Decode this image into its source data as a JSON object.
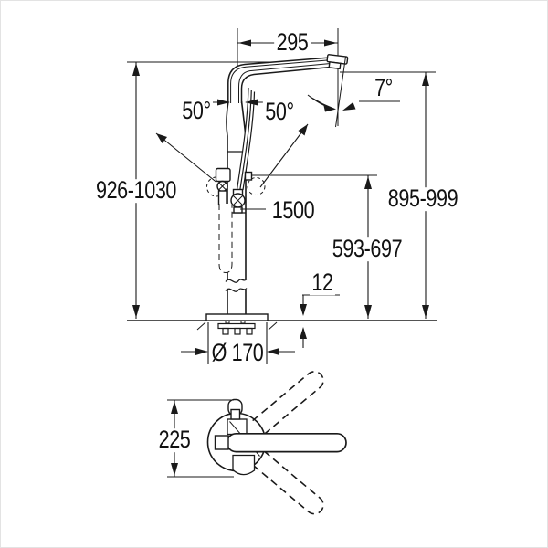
{
  "canvas": {
    "background": "#ffffff",
    "line_color": "#1a1a1a"
  },
  "labels": {
    "spout_reach": "295",
    "spout_angle": "7°",
    "handle_angle_left": "50°",
    "handle_angle_right": "50°",
    "overall_height": "926-1030",
    "spout_height": "895-999",
    "hose_length": "1500",
    "outlet_height": "593-697",
    "base_thickness": "12",
    "base_diameter": "Ø 170",
    "top_view_depth": "225"
  }
}
